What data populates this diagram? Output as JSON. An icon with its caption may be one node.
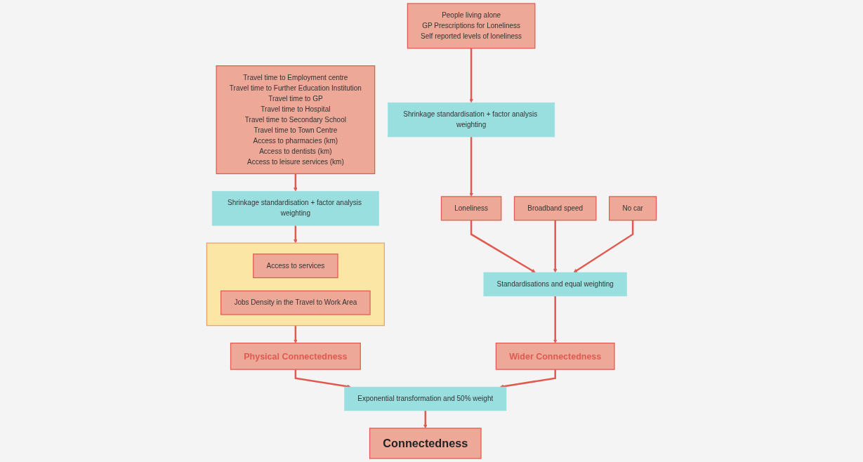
{
  "diagram": {
    "nodes": [
      {
        "text": [
          "Travel time to Employment centre",
          "Travel time to Further Education Institution",
          "Travel time to GP",
          "Travel time to Hospital",
          "Travel time to Secondary School",
          "Travel time to Town Centre",
          "Access to pharmacies (km)",
          "Access to dentists (km)",
          "Access to leisure services (km)"
        ]
      },
      {
        "text": [
          "Shrinkage standardisation + factor analysis weighting"
        ]
      },
      {
        "text": [
          "People living alone",
          "GP Prescriptions for Loneliness",
          "Self reported levels of loneliness"
        ]
      },
      {
        "text": [
          "Shrinkage standardisation + factor analysis weighting"
        ]
      },
      {
        "text": [],
        "shape": "box"
      },
      {
        "text": [
          "Access to services"
        ],
        "in": 4
      },
      {
        "text": [
          "Jobs Density in the Travel to Work Area"
        ],
        "in": 4
      },
      {
        "text": [
          "Loneliness"
        ]
      },
      {
        "text": [
          "Broadband speed"
        ]
      },
      {
        "text": [
          "No car"
        ]
      },
      {
        "text": [
          "Standardisations and equal weighting"
        ]
      },
      {
        "text": [
          "Physical Connectedness"
        ]
      },
      {
        "text": [
          "Exponential transformation and 50% weight"
        ]
      },
      {
        "text": [
          "Wider Connectedness"
        ]
      },
      {
        "text": [
          "Connectedness"
        ]
      }
    ],
    "edges": [
      {
        "from": 0,
        "to": 1,
        "arrow": "to"
      },
      {
        "from": 1,
        "to": 4,
        "arrow": "to"
      },
      {
        "from": 2,
        "to": 3,
        "arrow": "to"
      },
      {
        "from": 3,
        "to": 7,
        "arrow": "to"
      },
      {
        "from": 7,
        "to": 10,
        "arrow": "to"
      },
      {
        "from": 8,
        "to": 10,
        "arrow": "to"
      },
      {
        "from": 9,
        "to": 10,
        "arrow": "to"
      },
      {
        "from": 4,
        "to": 11,
        "arrow": "to"
      },
      {
        "from": 10,
        "to": 13,
        "arrow": "to"
      },
      {
        "from": 11,
        "to": 12,
        "arrow": "to"
      },
      {
        "from": 13,
        "to": 12,
        "arrow": "to"
      },
      {
        "from": 12,
        "to": 14,
        "arrow": "to"
      }
    ]
  }
}
